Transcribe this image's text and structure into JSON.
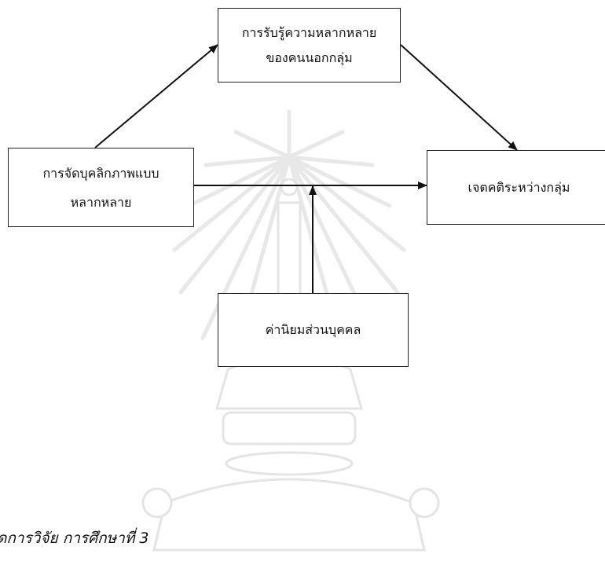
{
  "diagram": {
    "boxes": {
      "perception": {
        "line1": "การรับรู้ความหลากหลาย",
        "line2": "ของคนนอกกลุ่ม"
      },
      "diversity": {
        "line1": "การจัดบุคลิกภาพแบบ",
        "line2": "หลากหลาย"
      },
      "attitude": {
        "line1": "เจตคติระหว่างกลุ่ม"
      },
      "values": {
        "line1": "ค่านิยมส่วนบุคคล"
      }
    },
    "edges": [
      {
        "from": "diversity",
        "to": "perception"
      },
      {
        "from": "perception",
        "to": "attitude"
      },
      {
        "from": "diversity",
        "to": "attitude"
      },
      {
        "from": "values",
        "to": "diversity-attitude-path"
      }
    ]
  },
  "caption": "ดการวิจัย การศึกษาที่ 3",
  "colors": {
    "line": "#111111",
    "watermark": "#e6e6e6"
  }
}
